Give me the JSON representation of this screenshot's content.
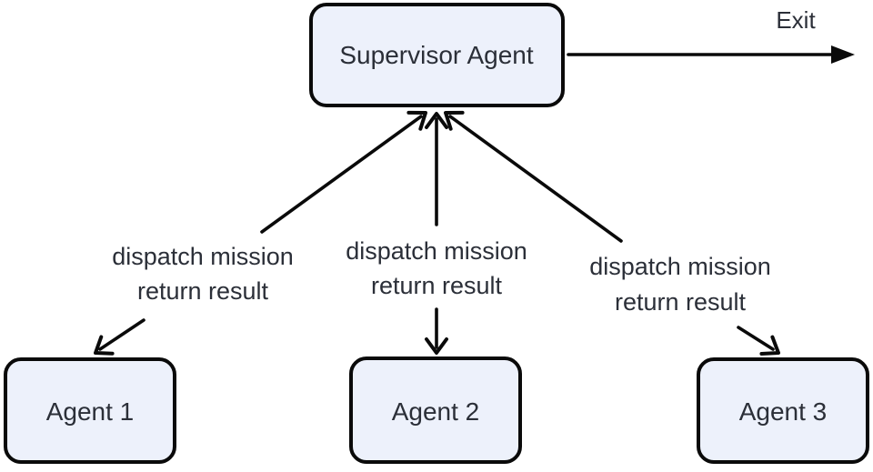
{
  "nodes": {
    "supervisor": {
      "label": "Supervisor Agent"
    },
    "agent1": {
      "label": "Agent 1"
    },
    "agent2": {
      "label": "Agent 2"
    },
    "agent3": {
      "label": "Agent 3"
    }
  },
  "edges": {
    "exit": {
      "label": "Exit"
    },
    "supervisor_agent1": {
      "label_line1": "dispatch mission",
      "label_line2": "return result"
    },
    "supervisor_agent2": {
      "label_line1": "dispatch mission",
      "label_line2": "return result"
    },
    "supervisor_agent3": {
      "label_line1": "dispatch mission",
      "label_line2": "return result"
    }
  },
  "colors": {
    "background": "#ffffff",
    "node_fill": "#edf1fb",
    "node_border": "#0a0a0a",
    "line": "#0a0a0a",
    "text": "#2b2f38"
  }
}
